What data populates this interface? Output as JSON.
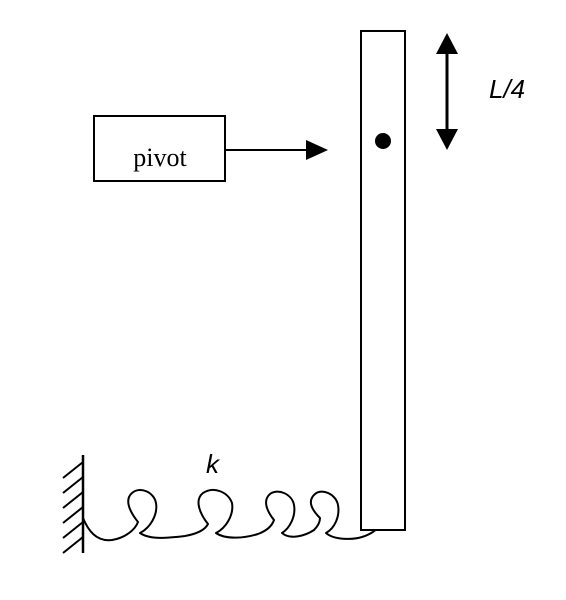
{
  "labels": {
    "pivot": "pivot",
    "length_fraction": "L/4",
    "spring_constant": "k"
  },
  "colors": {
    "ink": "#000000",
    "background": "#ffffff"
  }
}
